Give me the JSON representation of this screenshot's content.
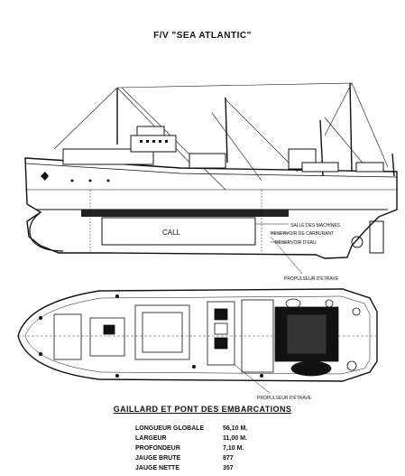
{
  "title": "F/V \"SEA ATLANTIC\"",
  "profile": {
    "hull_marking": "CALL",
    "callouts": [
      "SALLE DES MACHINES",
      "RÉSERVOIR DE CARBURANT",
      "RÉSERVOIR D'EAU",
      "PROPULSEUR D'ÉTRAVE"
    ]
  },
  "deck": {
    "title": "GAILLARD ET PONT DES EMBARCATIONS",
    "callout": "PROPULSEUR D'ÉTRAVE"
  },
  "specs": [
    {
      "label": "LONGUEUR GLOBALE",
      "value": "56,10 M."
    },
    {
      "label": "LARGEUR",
      "value": "11,00 M."
    },
    {
      "label": "PROFONDEUR",
      "value": "7,10 M."
    },
    {
      "label": "JAUGE BRUTE",
      "value": "877"
    },
    {
      "label": "JAUGE NETTE",
      "value": "357"
    }
  ]
}
